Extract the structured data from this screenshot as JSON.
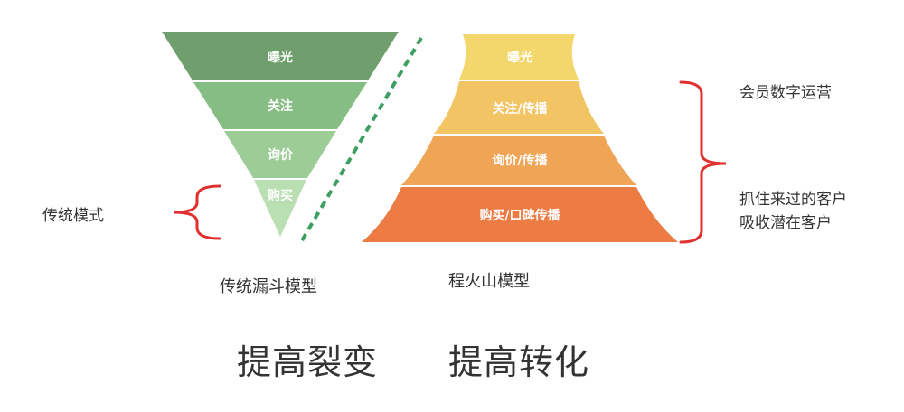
{
  "funnel": {
    "layers": [
      {
        "label": "曝光",
        "color": "#6e9f6c"
      },
      {
        "label": "关注",
        "color": "#85bd83"
      },
      {
        "label": "询价",
        "color": "#9ccd97"
      },
      {
        "label": "购买",
        "color": "#b9dfb2"
      }
    ],
    "caption": "传统漏斗模型",
    "side_label": "传统模式",
    "bracket_color": "#e03030"
  },
  "divider": {
    "color": "#3f9e63"
  },
  "volcano": {
    "layers": [
      {
        "label": "曝光",
        "color": "#f3d66c"
      },
      {
        "label": "关注/传播",
        "color": "#f3c464"
      },
      {
        "label": "询价/传播",
        "color": "#f0a455"
      },
      {
        "label": "购买/口碑传播",
        "color": "#ec7c43"
      }
    ],
    "caption": "程火山模型",
    "right_label_top": "会员数字运营",
    "right_label_bottom_line1": "抓住来过的客户",
    "right_label_bottom_line2": "吸收潜在客户",
    "bracket_color": "#e03030"
  },
  "footer": {
    "left": "提高裂变",
    "right": "提高转化"
  }
}
